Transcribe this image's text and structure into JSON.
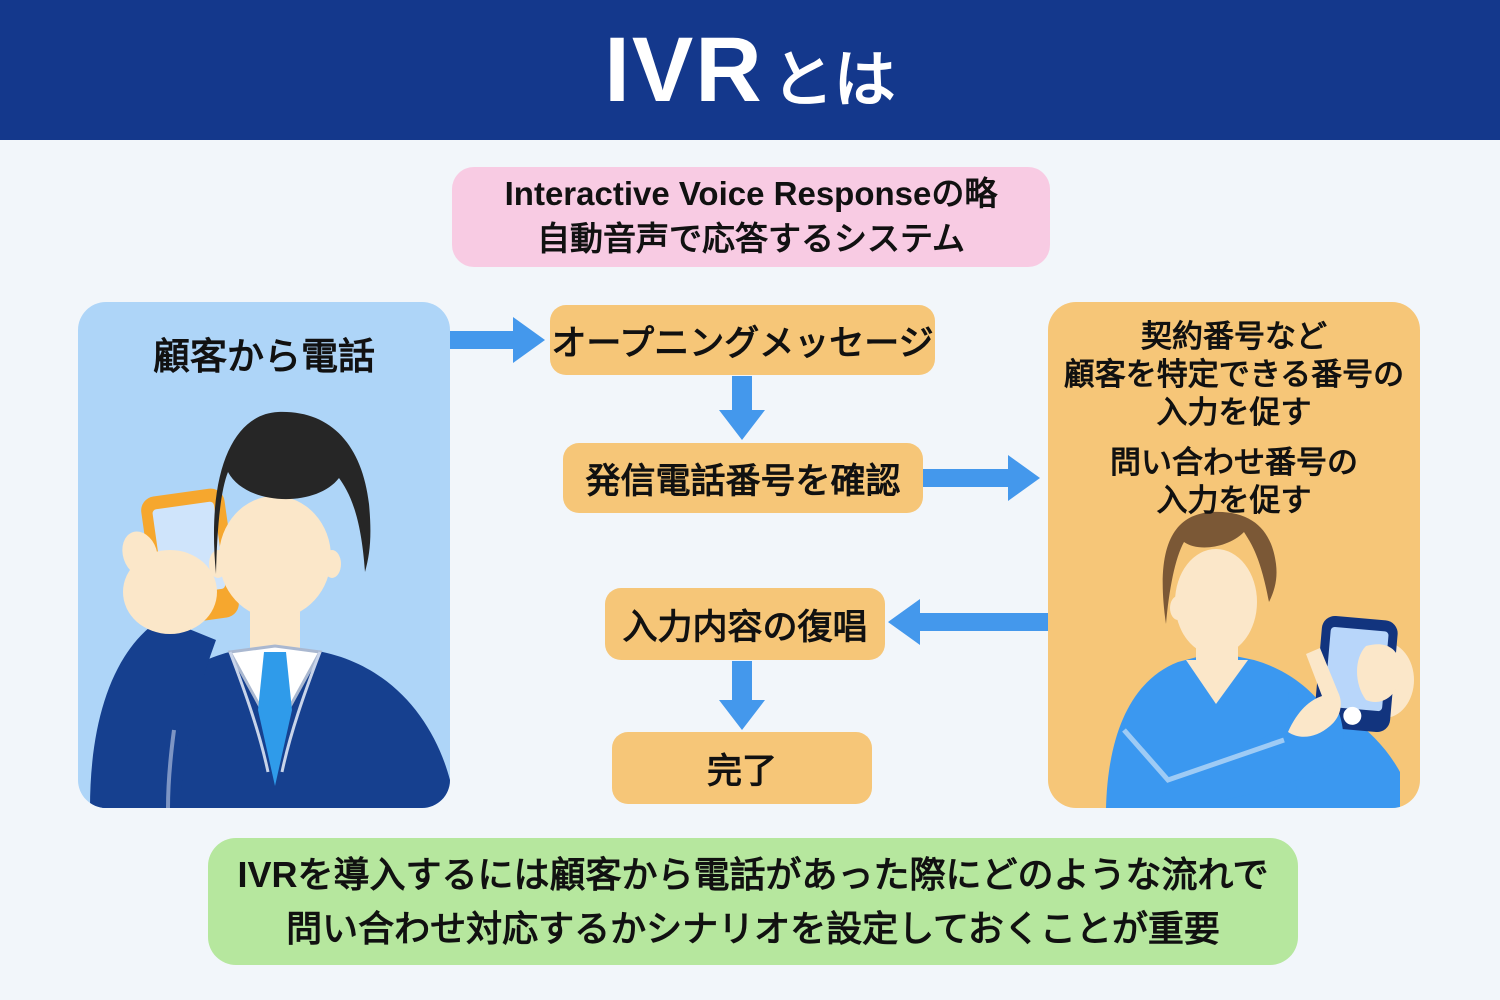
{
  "title": {
    "acronym": "IVR",
    "suffix": "とは"
  },
  "definition": {
    "line1": "Interactive Voice Responseの略",
    "line2": "自動音声で応答するシステム"
  },
  "customer_panel": {
    "label": "顧客から電話"
  },
  "flow": {
    "steps": [
      {
        "label": "オープニングメッセージ"
      },
      {
        "label": "発信電話番号を確認"
      },
      {
        "label": "入力内容の復唱"
      },
      {
        "label": "完了"
      }
    ]
  },
  "prompt_panel": {
    "block1": [
      "契約番号など",
      "顧客を特定できる番号の",
      "入力を促す"
    ],
    "block2": [
      "問い合わせ番号の",
      "入力を促す"
    ]
  },
  "note": {
    "line1": "IVRを導入するには顧客から電話があった際にどのような流れで",
    "line2": "問い合わせ対応するかシナリオを設定しておくことが重要"
  },
  "colors": {
    "header_bg": "#14388c",
    "definition_bg": "#f8cbe3",
    "customer_bg": "#aed5f8",
    "step_bg": "#f6c678",
    "note_bg": "#b6e79e",
    "arrow": "#4498ec"
  }
}
